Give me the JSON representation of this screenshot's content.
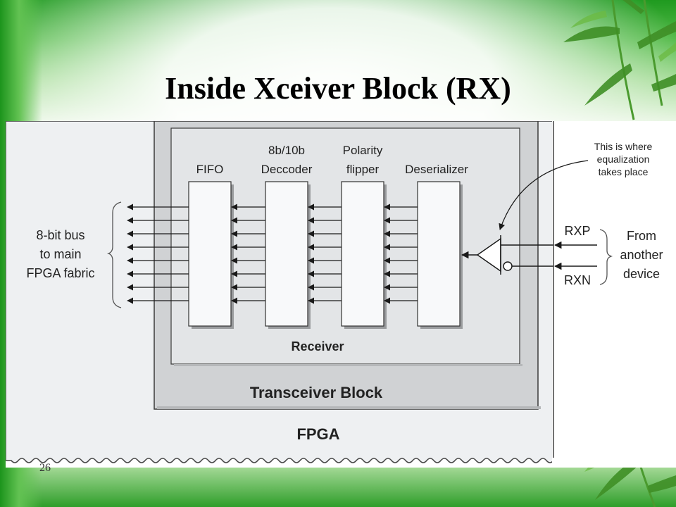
{
  "slide": {
    "title": "Inside Xceiver Block (RX)",
    "number": "26"
  },
  "diagram": {
    "fpga_label": "FPGA",
    "transceiver_label": "Transceiver Block",
    "receiver_label": "Receiver",
    "blocks": [
      {
        "lines": [
          "",
          "FIFO"
        ]
      },
      {
        "lines": [
          "8b/10b",
          "Deccoder"
        ]
      },
      {
        "lines": [
          "Polarity",
          "flipper"
        ]
      },
      {
        "lines": [
          "",
          "Deserializer"
        ]
      }
    ],
    "bus_label": [
      "8-bit bus",
      "to main",
      "FPGA fabric"
    ],
    "annotation": [
      "This is where",
      "equalization",
      "takes place"
    ],
    "rxp_label": "RXP",
    "rxn_label": "RXN",
    "source_label": [
      "From",
      "another",
      "device"
    ]
  },
  "colors": {
    "fpga_fill": "#eef0f2",
    "transceiver_fill": "#d0d2d4",
    "receiver_fill": "#e3e5e7",
    "block_fill": "#f8f9fa",
    "ink": "#1a1a1a"
  }
}
